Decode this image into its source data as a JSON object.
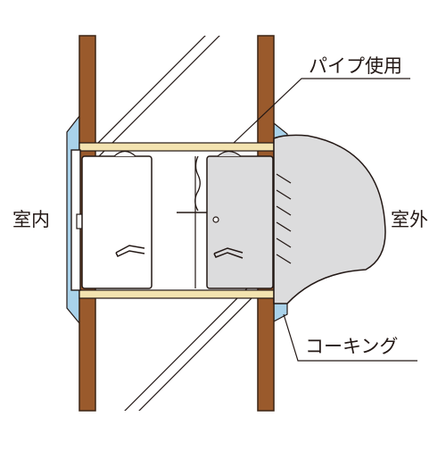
{
  "labels": {
    "indoor": "室内",
    "outdoor": "室外",
    "pipe_use": "パイプ使用",
    "caulking": "コーキング"
  },
  "colors": {
    "stud": "#9a5a2c",
    "stud_stroke": "#3a2414",
    "frame": "#f3e3b0",
    "caulk": "#a9d2ea",
    "hood": "#dcdcdd",
    "line": "#231815"
  }
}
